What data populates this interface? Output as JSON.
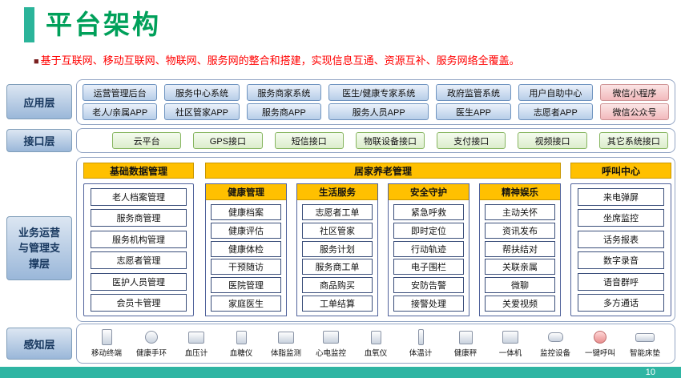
{
  "slide": {
    "title": "平台架构",
    "bullet": "■",
    "subtitle": "基于互联网、移动互联网、物联网、服务网的整合和搭建，实现信息互通、资源互补、服务网络全覆盖。",
    "page_number": "10"
  },
  "colors": {
    "accent_teal": "#2FB5A3",
    "title_green": "#00A05A",
    "subtitle_red": "#FF0000",
    "header_orange": "#FFC000",
    "app_box_blue": "#B7CDE8",
    "wechat_pink": "#F2B9BC",
    "interface_green": "#DCEDCC"
  },
  "layers": {
    "application": {
      "label": "应用层",
      "row1": [
        "运营管理后台",
        "服务中心系统",
        "服务商家系统",
        "医生/健康专家系统",
        "政府监管系统",
        "用户自助中心"
      ],
      "row1_wechat": "微信小程序",
      "row2": [
        "老人/亲属APP",
        "社区管家APP",
        "服务商APP",
        "服务人员APP",
        "医生APP",
        "志愿者APP"
      ],
      "row2_wechat": "微信公众号"
    },
    "interface": {
      "label": "接口层",
      "items": [
        "云平台",
        "GPS接口",
        "短信接口",
        "物联设备接口",
        "支付接口",
        "视频接口",
        "其它系统接口"
      ]
    },
    "business": {
      "label": "业务运营与管理支撑层",
      "base_data": {
        "header": "基础数据管理",
        "items": [
          "老人档案管理",
          "服务商管理",
          "服务机构管理",
          "志愿者管理",
          "医护人员管理",
          "会员卡管理"
        ]
      },
      "home_care": {
        "header": "居家养老管理",
        "columns": [
          {
            "header": "健康管理",
            "items": [
              "健康档案",
              "健康评估",
              "健康体检",
              "干预随访",
              "医院管理",
              "家庭医生"
            ]
          },
          {
            "header": "生活服务",
            "items": [
              "志愿者工单",
              "社区管家",
              "服务计划",
              "服务商工单",
              "商品购买",
              "工单结算"
            ]
          },
          {
            "header": "安全守护",
            "items": [
              "紧急呼救",
              "即时定位",
              "行动轨迹",
              "电子围栏",
              "安防告警",
              "接警处理"
            ]
          },
          {
            "header": "精神娱乐",
            "items": [
              "主动关怀",
              "资讯发布",
              "帮扶结对",
              "关联亲属",
              "微聊",
              "关爱视频"
            ]
          }
        ]
      },
      "call_center": {
        "header": "呼叫中心",
        "items": [
          "来电弹屏",
          "坐席监控",
          "话务报表",
          "数字录音",
          "语音群呼",
          "多方通话"
        ]
      }
    },
    "perception": {
      "label": "感知层",
      "devices": [
        "移动终端",
        "健康手环",
        "血压计",
        "血糖仪",
        "体脂监测",
        "心电监控",
        "血氧仪",
        "体温计",
        "健康秤",
        "一体机",
        "监控设备",
        "一键呼叫",
        "智能床垫"
      ]
    }
  }
}
